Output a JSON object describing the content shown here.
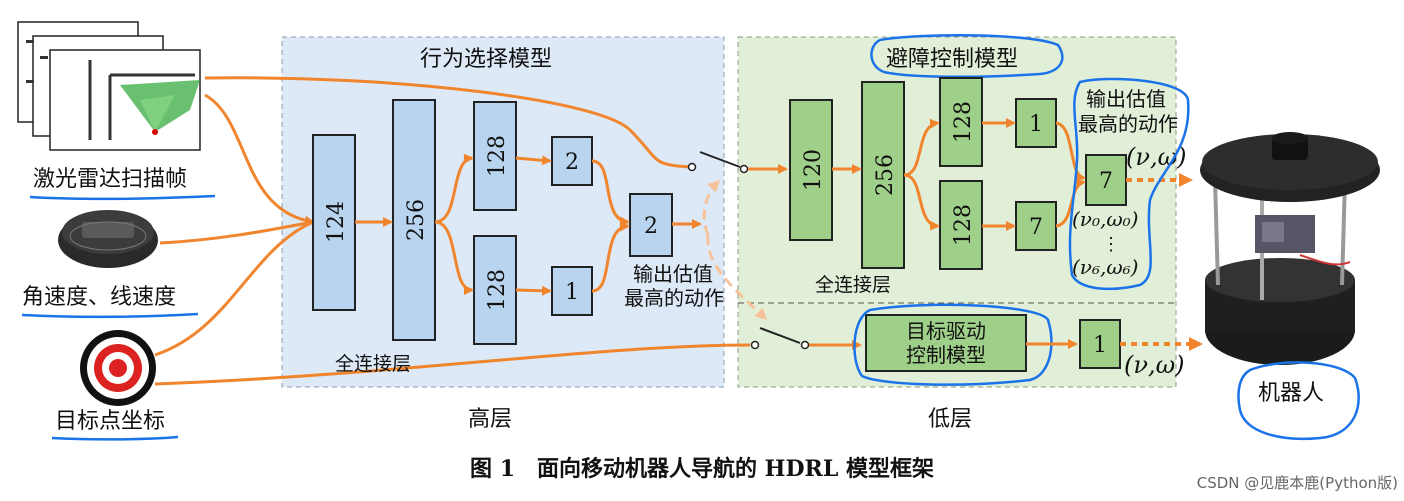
{
  "inputs": {
    "laser": "激光雷达扫描帧",
    "velocity": "角速度、线速度",
    "target": "目标点坐标"
  },
  "high_level": {
    "title": "行为选择模型",
    "layer_caption": "全连接层",
    "output_caption_1": "输出估值",
    "output_caption_2": "最高的动作",
    "nodes": [
      "124",
      "256",
      "128",
      "128",
      "2",
      "1",
      "2"
    ]
  },
  "low_level": {
    "title": "避障控制模型",
    "layer_caption": "全连接层",
    "output_caption_1": "输出估值",
    "output_caption_2": "最高的动作",
    "nodes": [
      "120",
      "256",
      "128",
      "128",
      "1",
      "7",
      "7"
    ],
    "action_top": "(ν,ω)",
    "action_first": "(ν₀,ω₀)",
    "action_dots": "⋮",
    "action_last": "(ν₆,ω₆)",
    "goal_model_1": "目标驱动",
    "goal_model_2": "控制模型",
    "goal_node": "1",
    "goal_action": "(ν,ω)"
  },
  "robot_label": "机器人",
  "bottom_labels": {
    "high": "高层",
    "low": "低层"
  },
  "caption": "图 1　面向移动机器人导航的 HDRL 模型框架",
  "watermark": "CSDN @见鹿本鹿(Python版)",
  "colors": {
    "orange": "#f0852d",
    "blue_box": "#b9d4ee",
    "green_box": "#9fd08a",
    "annotation_blue": "#1a73e8"
  }
}
